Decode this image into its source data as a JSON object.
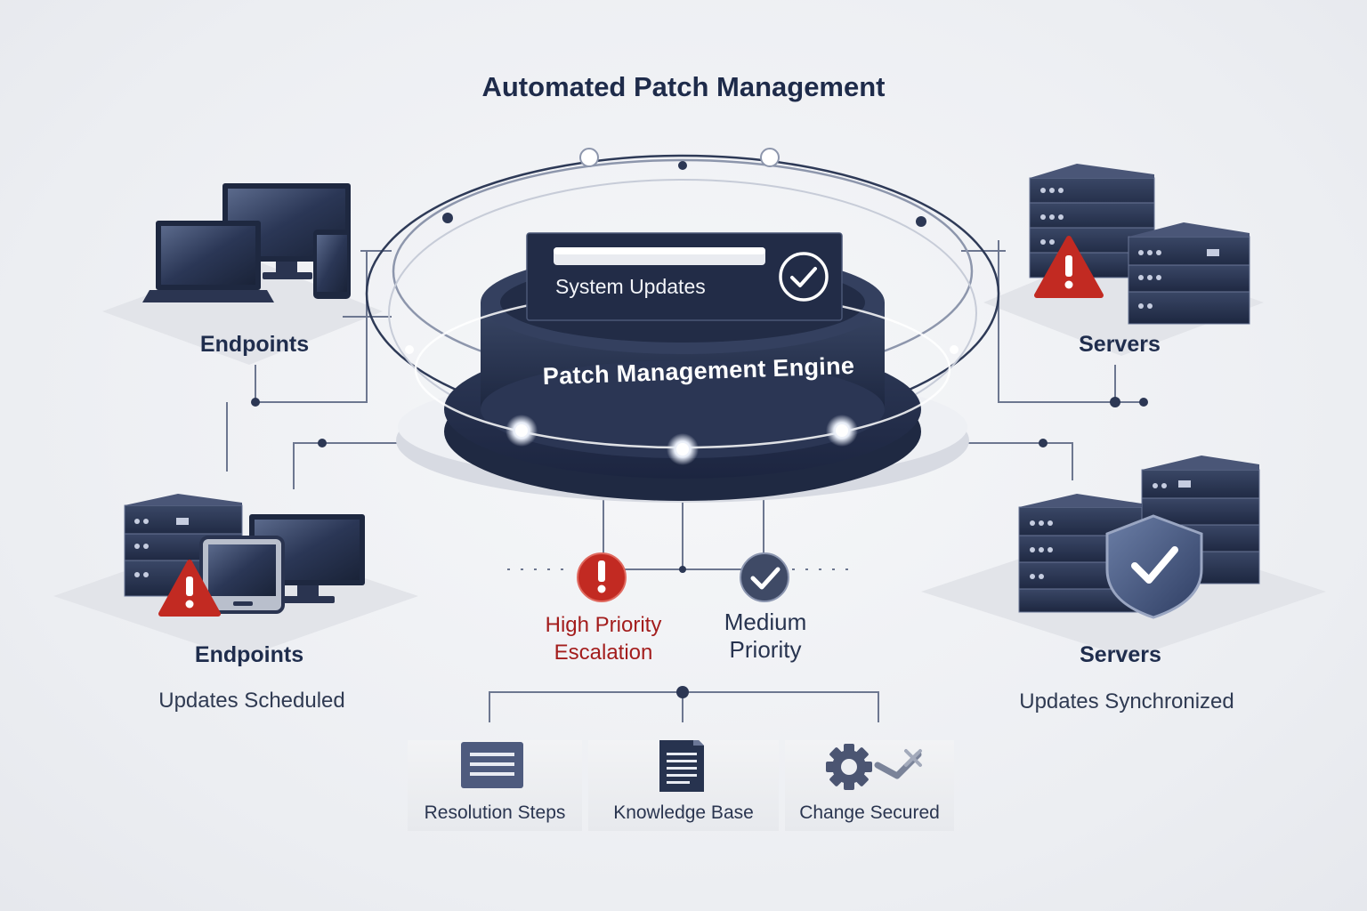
{
  "title": "Automated Patch Management",
  "engine": {
    "label": "Patch Management Engine",
    "status_label": "System Updates"
  },
  "groups": {
    "endpoints_top": {
      "title": "Endpoints"
    },
    "servers_top": {
      "title": "Servers"
    },
    "endpoints_bottom": {
      "title": "Endpoints",
      "status": "Updates Scheduled"
    },
    "servers_bottom": {
      "title": "Servers",
      "status": "Updates Synchronized"
    }
  },
  "priorities": [
    {
      "label_line1": "High Priority",
      "label_line2": "Escalation",
      "icon": "alert-icon",
      "color": "#c22a22"
    },
    {
      "label_line1": "Medium",
      "label_line2": "Priority",
      "icon": "check-icon",
      "color": "#3f4a66"
    }
  ],
  "tiles": [
    {
      "label": "Resolution Steps",
      "icon": "list-icon"
    },
    {
      "label": "Knowledge Base",
      "icon": "document-icon"
    },
    {
      "label": "Change Secured",
      "icon": "gear-icon"
    }
  ],
  "colors": {
    "navy": "#27334f",
    "alert_red": "#c22a22",
    "background": "#eeeff3"
  }
}
